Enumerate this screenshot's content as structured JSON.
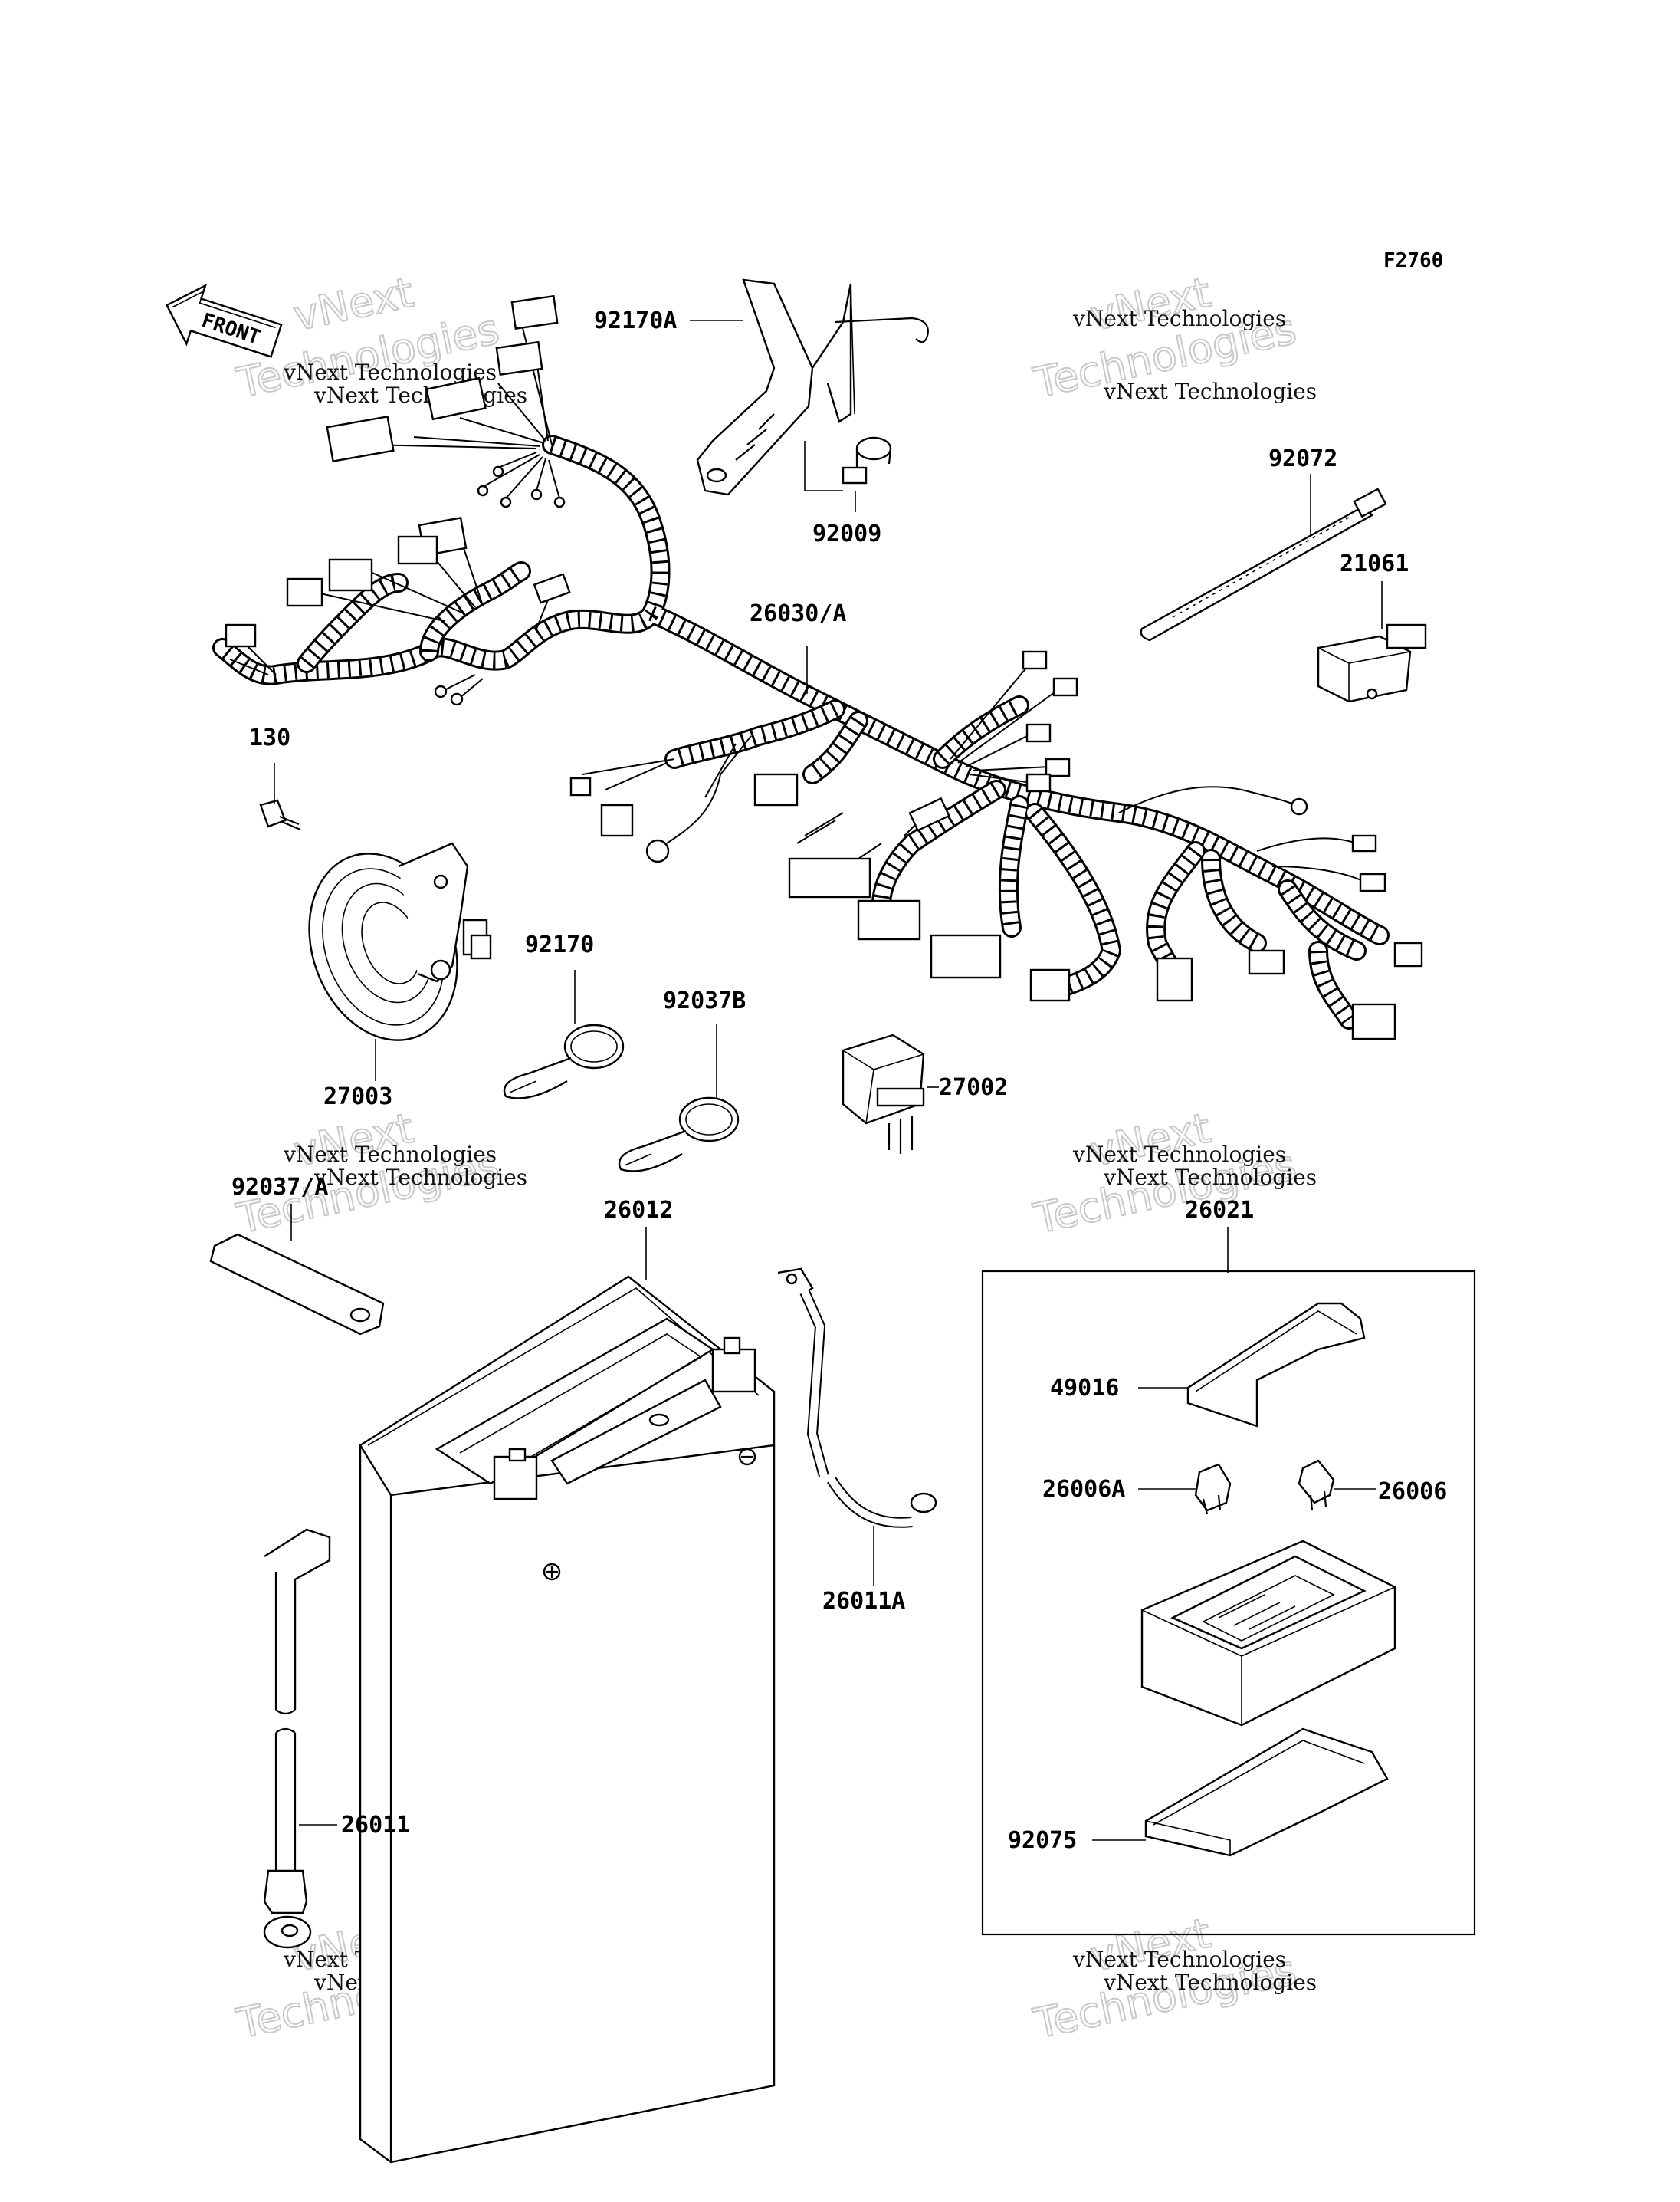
{
  "figure_code": "F2760",
  "front_label": "FRONT",
  "watermark": {
    "small": "vNext Technologies",
    "line1": "vNext",
    "line2": "Technologies"
  },
  "parts": {
    "p92170A": "92170A",
    "p92009": "92009",
    "p92072": "92072",
    "p21061": "21061",
    "p26030A": "26030/A",
    "p130": "130",
    "p92170": "92170",
    "p92037B": "92037B",
    "p27002": "27002",
    "p27003": "27003",
    "p92037A": "92037/A",
    "p26012": "26012",
    "p26021": "26021",
    "p49016": "49016",
    "p26006A": "26006A",
    "p26006": "26006",
    "p26011A": "26011A",
    "p26011": "26011",
    "p92075": "92075"
  }
}
